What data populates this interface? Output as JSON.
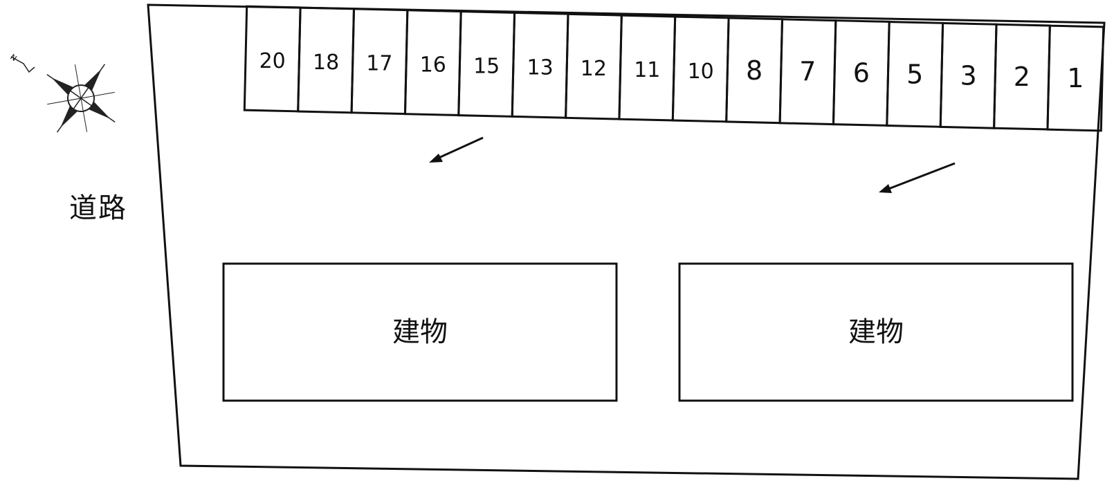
{
  "road_label": "道路",
  "compass": {
    "north_label": "N"
  },
  "parking_spaces": [
    "20",
    "18",
    "17",
    "16",
    "15",
    "13",
    "12",
    "11",
    "10",
    "8",
    "7",
    "6",
    "5",
    "3",
    "2",
    "1"
  ],
  "buildings": [
    {
      "label": "建物"
    },
    {
      "label": "建物"
    }
  ],
  "colors": {
    "line": "#111111",
    "background": "#ffffff"
  }
}
